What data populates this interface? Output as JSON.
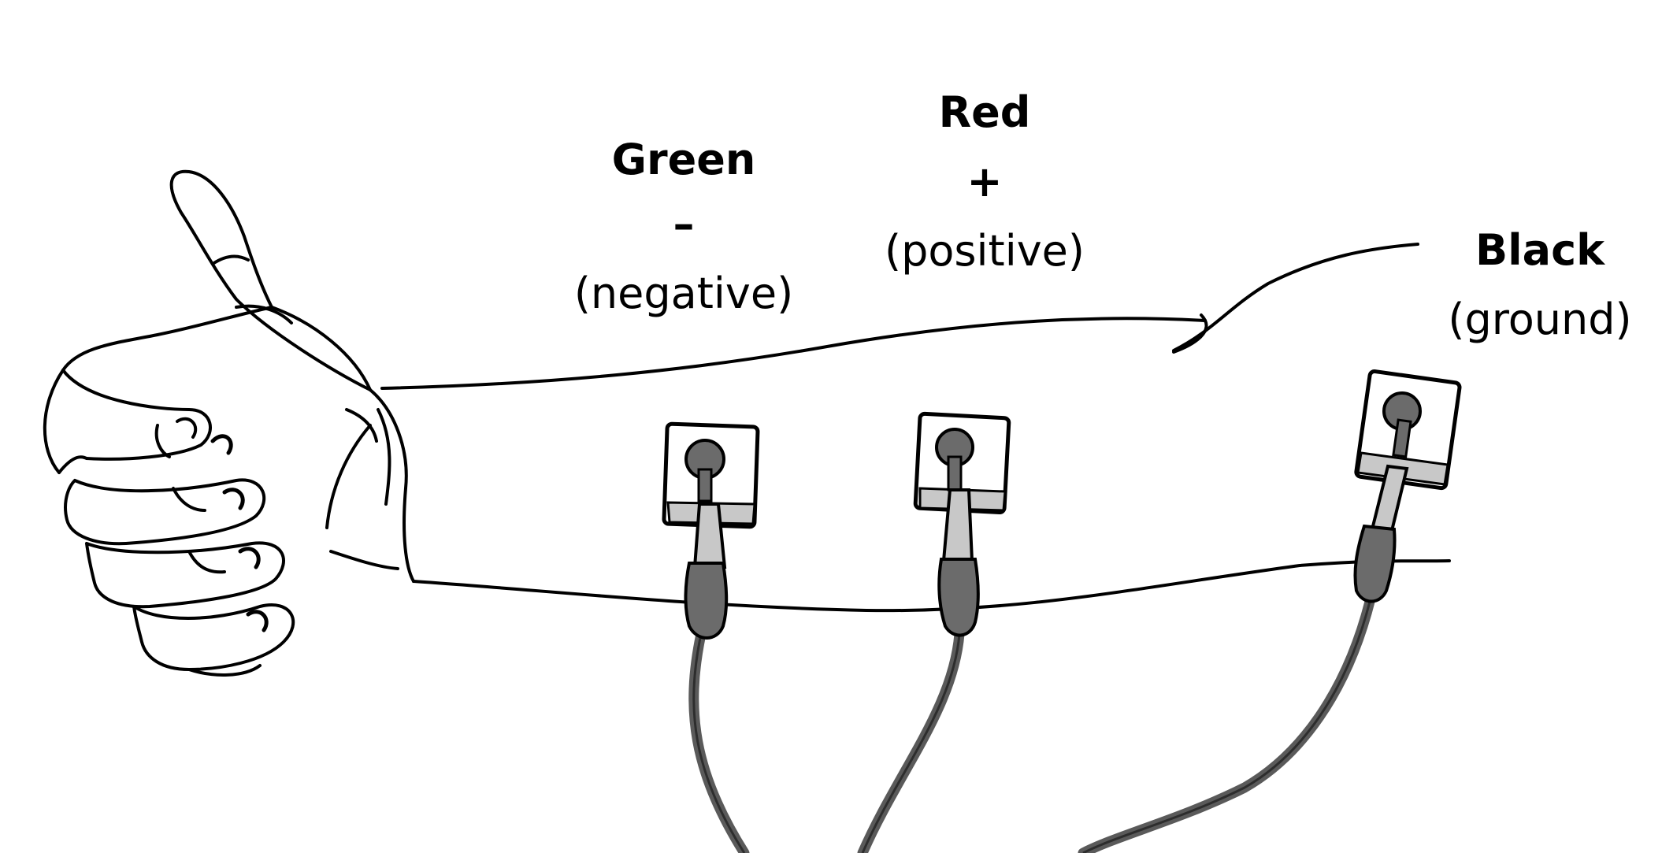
{
  "electrodes": [
    {
      "id": "green",
      "name": "Green",
      "symbol": "–",
      "description": "(negative)"
    },
    {
      "id": "red",
      "name": "Red",
      "symbol": "+",
      "description": "(positive)"
    },
    {
      "id": "black",
      "name": "Black",
      "symbol": "",
      "description": "(ground)"
    }
  ],
  "colors": {
    "outline": "#000000",
    "electrode_dark": "#6b6b6b",
    "electrode_light": "#c8c8c8",
    "cable": "#5a5a5a",
    "background": "#ffffff"
  }
}
